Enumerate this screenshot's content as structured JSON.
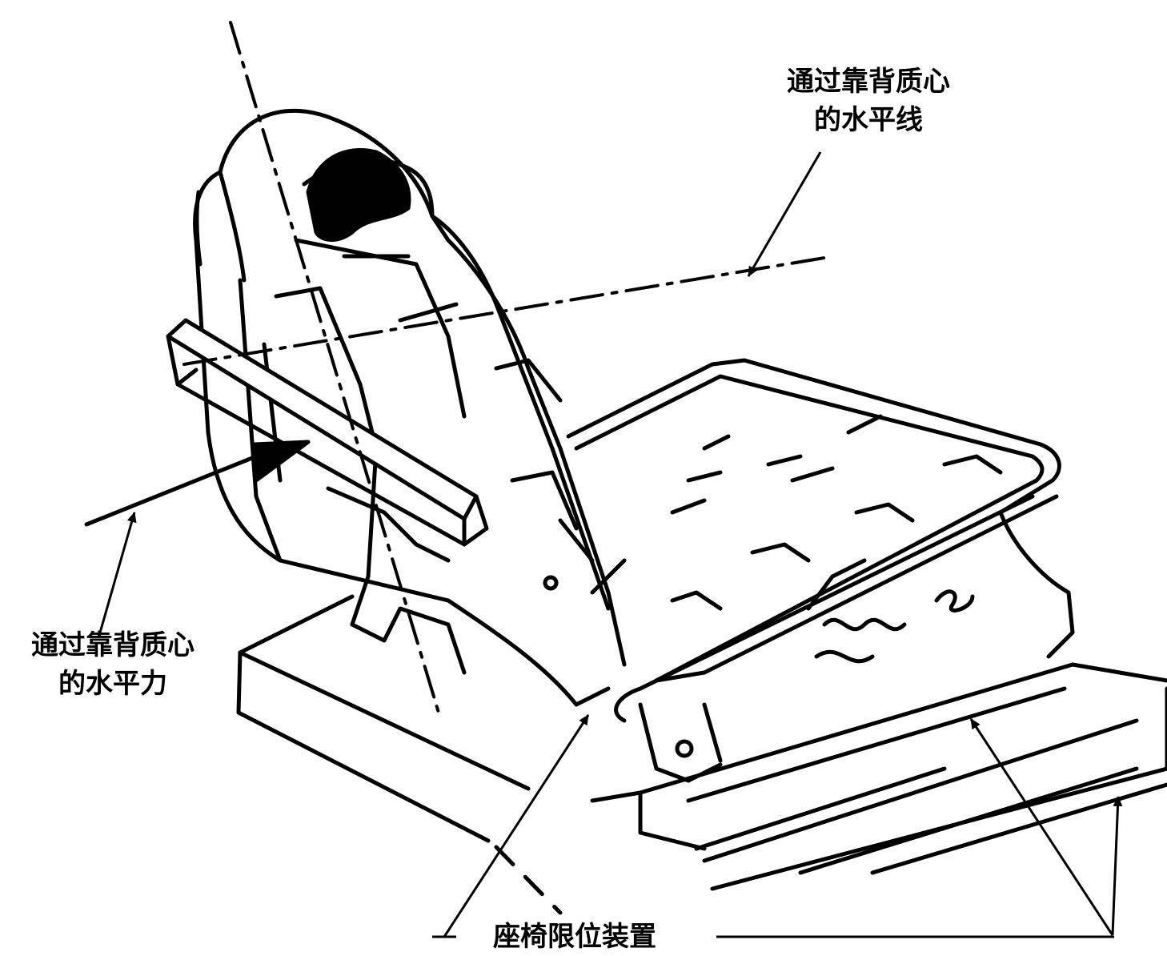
{
  "labels": {
    "cg_horizontal_line": [
      "通过靠背质心",
      "的水平线"
    ],
    "cg_horizontal_force": [
      "通过靠背质心",
      "的水平力"
    ],
    "seat_restraint": "座椅限位装置"
  },
  "colors": {
    "ink": "#000000",
    "paper": "#ffffff"
  }
}
